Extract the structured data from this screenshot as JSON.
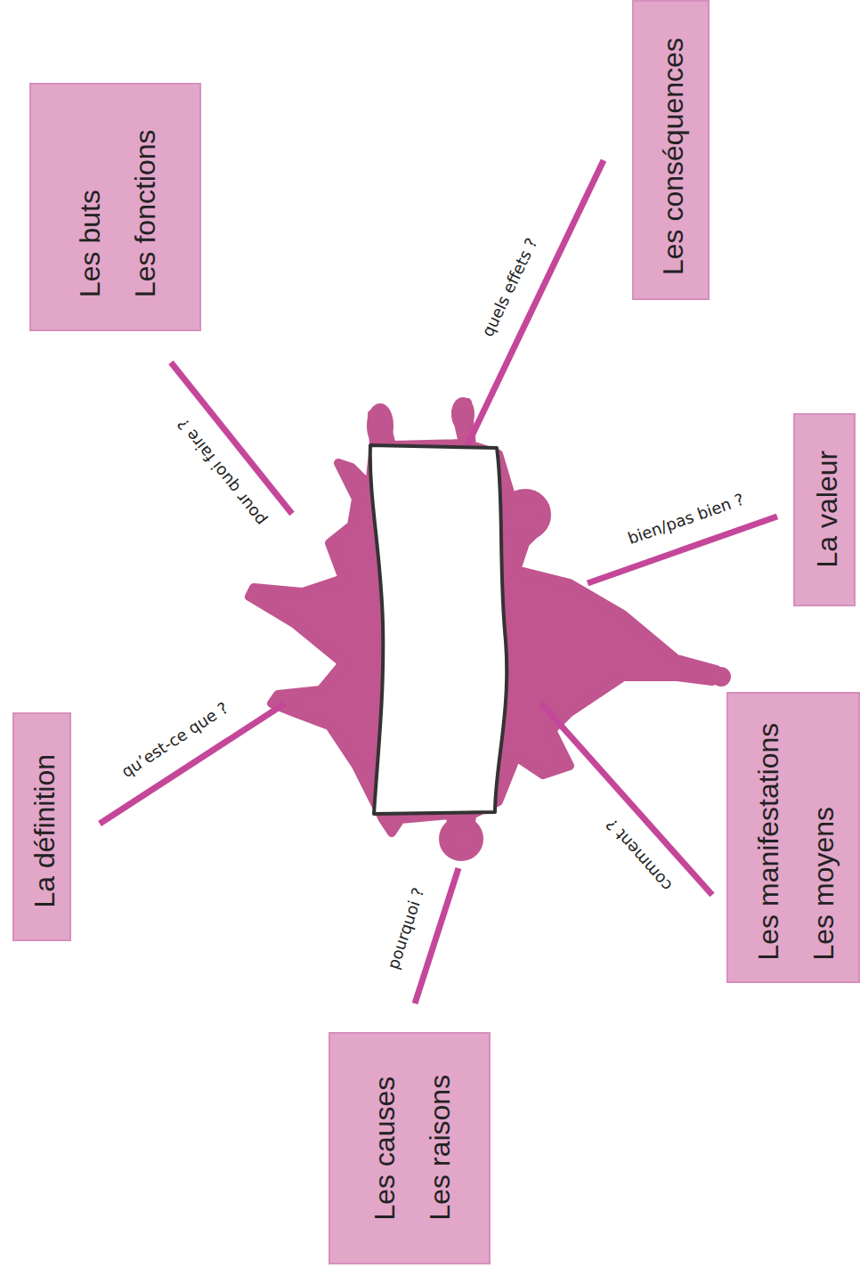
{
  "diagram": {
    "nodes": [
      {
        "text": [
          "La définition"
        ]
      },
      {
        "text": [
          "Les buts",
          "Les fonctions"
        ]
      },
      {
        "text": [
          "Les conséquences"
        ]
      },
      {
        "text": [
          "La valeur"
        ]
      },
      {
        "text": [
          "Les manifestations",
          "Les moyens"
        ]
      },
      {
        "text": [
          "Les causes",
          "Les raisons"
        ]
      }
    ],
    "labels": [
      "qu’est-ce que ?",
      "pour quoi faire ?",
      "quels effets ?",
      "bien/pas bien ?",
      "comment ?",
      "pourquoi ?"
    ]
  }
}
